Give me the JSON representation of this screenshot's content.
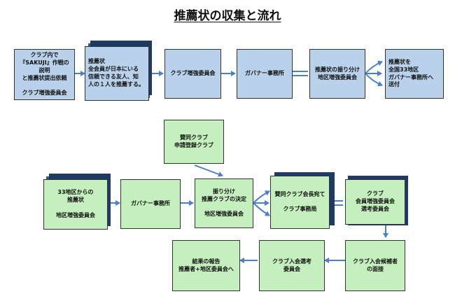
{
  "title": "推薦状の収集と流れ",
  "colors": {
    "box_blue": "#b9d1ea",
    "box_green": "#c6efbf",
    "arrow": "#4a7fc9",
    "stack_shadow": "#1f3a63"
  },
  "row1": [
    "クラブ内で\n『SAKUJI』作戦の説明\nと推薦状提出依頼\n\nクラブ増強委員会",
    "推薦状\n全会員が日本にいる\n信頼できる友人、知\n人の１人を推薦する。",
    "クラブ増強委員会",
    "ガバナー事務所",
    "推薦状の振り分け\n地区増強委員会",
    "推薦状を\n全国33地区\nガバナー事務所へ\n送付"
  ],
  "diagram2": {
    "top": "賛同クラブ\n申請登録クラブ",
    "start": "33地区からの\n推薦状\n\n地区増強委員会",
    "gov": "ガバナー事務所",
    "decide": "振り分け\n推薦クラブの決定\n\n地区増強委員会",
    "chair": "賛同クラブ会長宛て\n\nクラブ事務局",
    "club_comm": "クラブ\n会員増強委員会\n選考委員会",
    "interview": "クラブ入会候補者\nの面接",
    "selection": "クラブ入会選考\n委員会",
    "report": "結果の報告\n推薦者+地区委員会へ"
  }
}
